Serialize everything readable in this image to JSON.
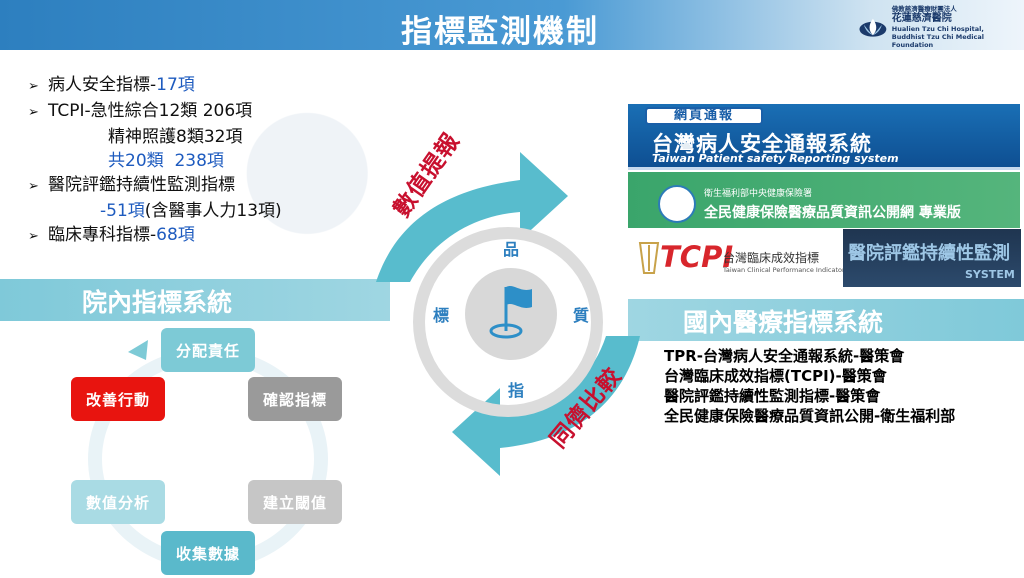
{
  "header": {
    "title": "指標監測機制",
    "logo_line1": "佛教慈濟醫療財團法人",
    "logo_line2": "花蓮慈濟醫院",
    "logo_line3": "Hualien Tzu Chi Hospital,",
    "logo_line4": "Buddhist Tzu Chi Medical Foundation"
  },
  "bullets": {
    "b1_prefix": "病人安全指標-",
    "b1_value": "17項",
    "b2": "TCPI-急性綜合12類 206項",
    "b2_line2": "精神照護8類32項",
    "b2_line3": "共20類  238項",
    "b3": "醫院評鑑持續性監測指標",
    "b3_value": "-51項",
    "b3_suffix": "(含醫事人力13項)",
    "b4_prefix": "臨床專科指標-",
    "b4_value": "68項"
  },
  "left_band": {
    "title": "院內指標系統"
  },
  "right_band": {
    "title": "國內醫療指標系統"
  },
  "cycle": {
    "assign": "分配責任",
    "confirm": "確認指標",
    "threshold": "建立閾值",
    "collect": "收集數據",
    "analyze": "數值分析",
    "improve": "改善行動"
  },
  "center": {
    "top": "品",
    "right": "質",
    "bottom": "指",
    "left": "標",
    "arrow_top": "數值提報",
    "arrow_bottom": "同儕比較"
  },
  "images": {
    "tpr_badge": "網頁通報",
    "tpr_main": "台灣病人安全通報系統",
    "tpr_sub": "Taiwan Patient safety Reporting system",
    "nhi_small": "衛生福利部中央健康保險署",
    "nhi_big": "全民健康保險醫療品質資訊公開網 專業版",
    "tcpi_logo": "TCPI",
    "tcpi_zh": "台灣臨床成效指標",
    "tcpi_en": "Taiwan Clinical Performance Indicator",
    "accr_main": "醫院評鑑持續性監測",
    "accr_sub": "SYSTEM"
  },
  "national_list": [
    "TPR-台灣病人安全通報系統-醫策會",
    "台灣臨床成效指標(TCPI)-醫策會",
    "醫院評鑑持續性監測指標-醫策會",
    "全民健康保險醫療品質資訊公開-衛生福利部"
  ],
  "colors": {
    "title_blue": "#2d7fbf",
    "band_teal": "#7fc9d9",
    "arrow_teal": "#58bccd",
    "label_red": "#c8102e",
    "improve_red": "#e8140f",
    "value_blue": "#1e5bbf"
  },
  "icons": {
    "center": "flag-icon",
    "bullet": "arrow-bullet-icon"
  }
}
